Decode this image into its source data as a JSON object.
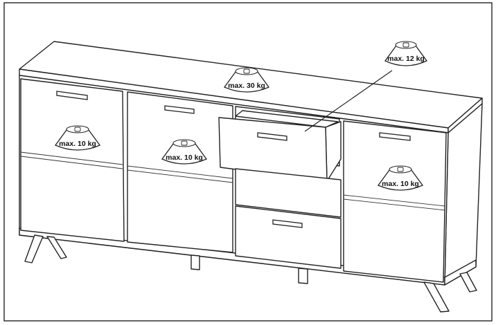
{
  "weights": {
    "top": "max. 30 kg",
    "drawer": "max. 12 kg",
    "left_shelf": "max. 10 kg",
    "center_shelf": "max. 10 kg",
    "right_shelf": "max. 10 kg"
  },
  "colors": {
    "line": "#222222",
    "background": "#ffffff"
  }
}
